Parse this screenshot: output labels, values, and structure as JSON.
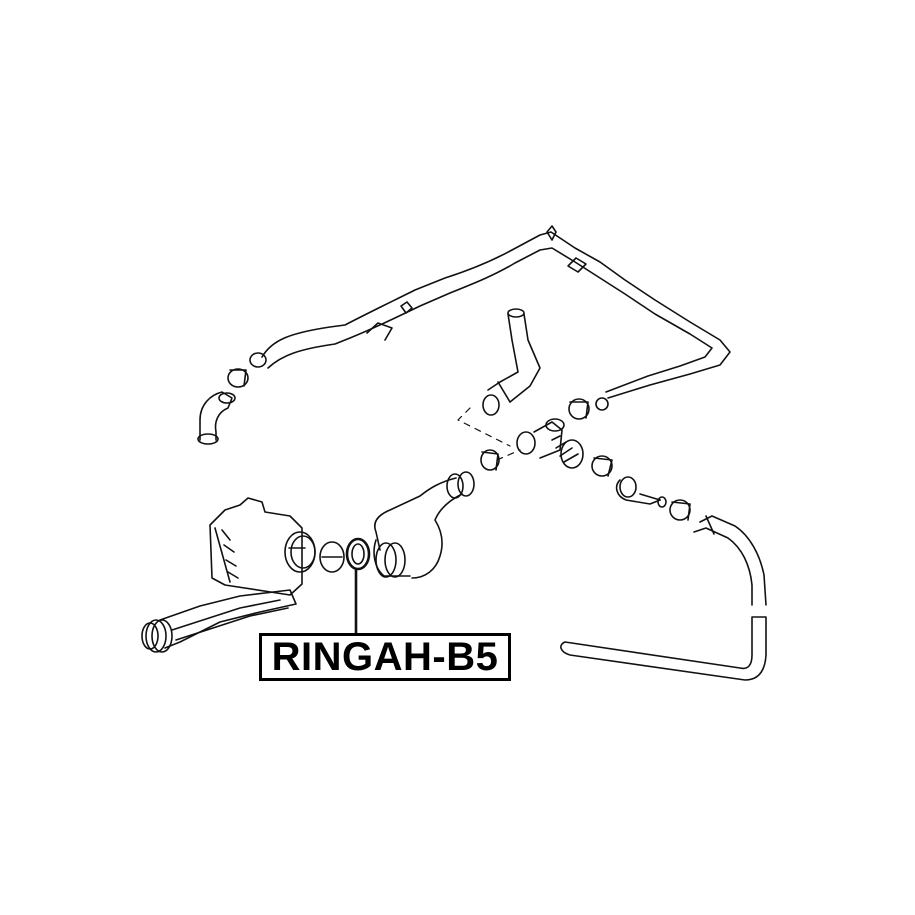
{
  "diagram": {
    "type": "exploded-parts-line-drawing",
    "background_color": "#ffffff",
    "line_color": "#111111",
    "callout": {
      "part_number": "RINGAH-B5",
      "points_to": "o-ring-between-air-filter-housing-and-intake-hose"
    },
    "components": [
      "air-filter-housing",
      "intake-duct",
      "o-ring",
      "ring-seal",
      "intake-hose",
      "upper-vent-pipe",
      "hose-clamps",
      "t-connector",
      "pcv-valve",
      "lower-vent-hose",
      "short-elbow-hose",
      "upright-elbow-hose"
    ]
  }
}
